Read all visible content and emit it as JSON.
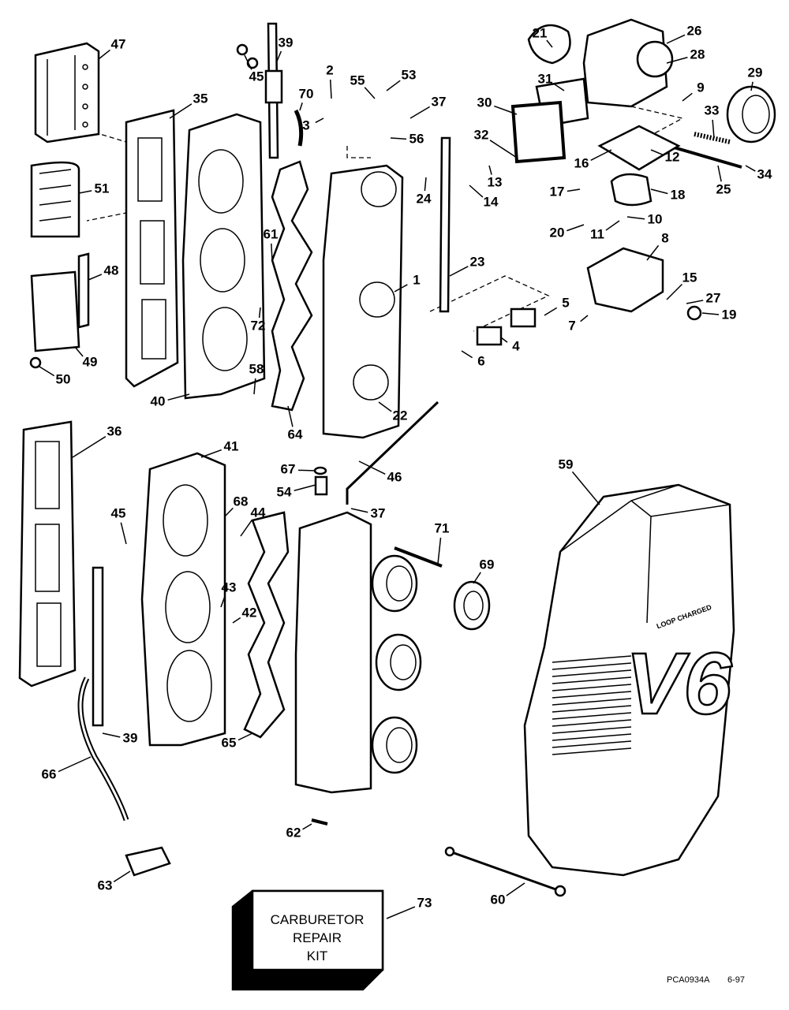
{
  "diagram": {
    "callouts": [
      "47",
      "45",
      "39",
      "2",
      "70",
      "55",
      "53",
      "37",
      "21",
      "26",
      "28",
      "29",
      "9",
      "35",
      "31",
      "30",
      "33",
      "3",
      "56",
      "32",
      "13",
      "12",
      "16",
      "34",
      "14",
      "24",
      "17",
      "18",
      "25",
      "51",
      "10",
      "20",
      "11",
      "61",
      "23",
      "48",
      "8",
      "1",
      "15",
      "27",
      "19",
      "5",
      "72",
      "7",
      "4",
      "49",
      "6",
      "50",
      "58",
      "40",
      "22",
      "64",
      "36",
      "41",
      "59",
      "67",
      "46",
      "54",
      "68",
      "44",
      "45",
      "37",
      "71",
      "69",
      "43",
      "42",
      "39",
      "65",
      "66",
      "62",
      "63",
      "73",
      "60"
    ],
    "kit_box": {
      "line1": "CARBURETOR",
      "line2": "REPAIR",
      "line3": "KIT"
    },
    "cover_logo": {
      "text": "V6",
      "tagline": "LOOP CHARGED"
    },
    "drawing_code": "PCA0934A",
    "date": "6-97"
  }
}
